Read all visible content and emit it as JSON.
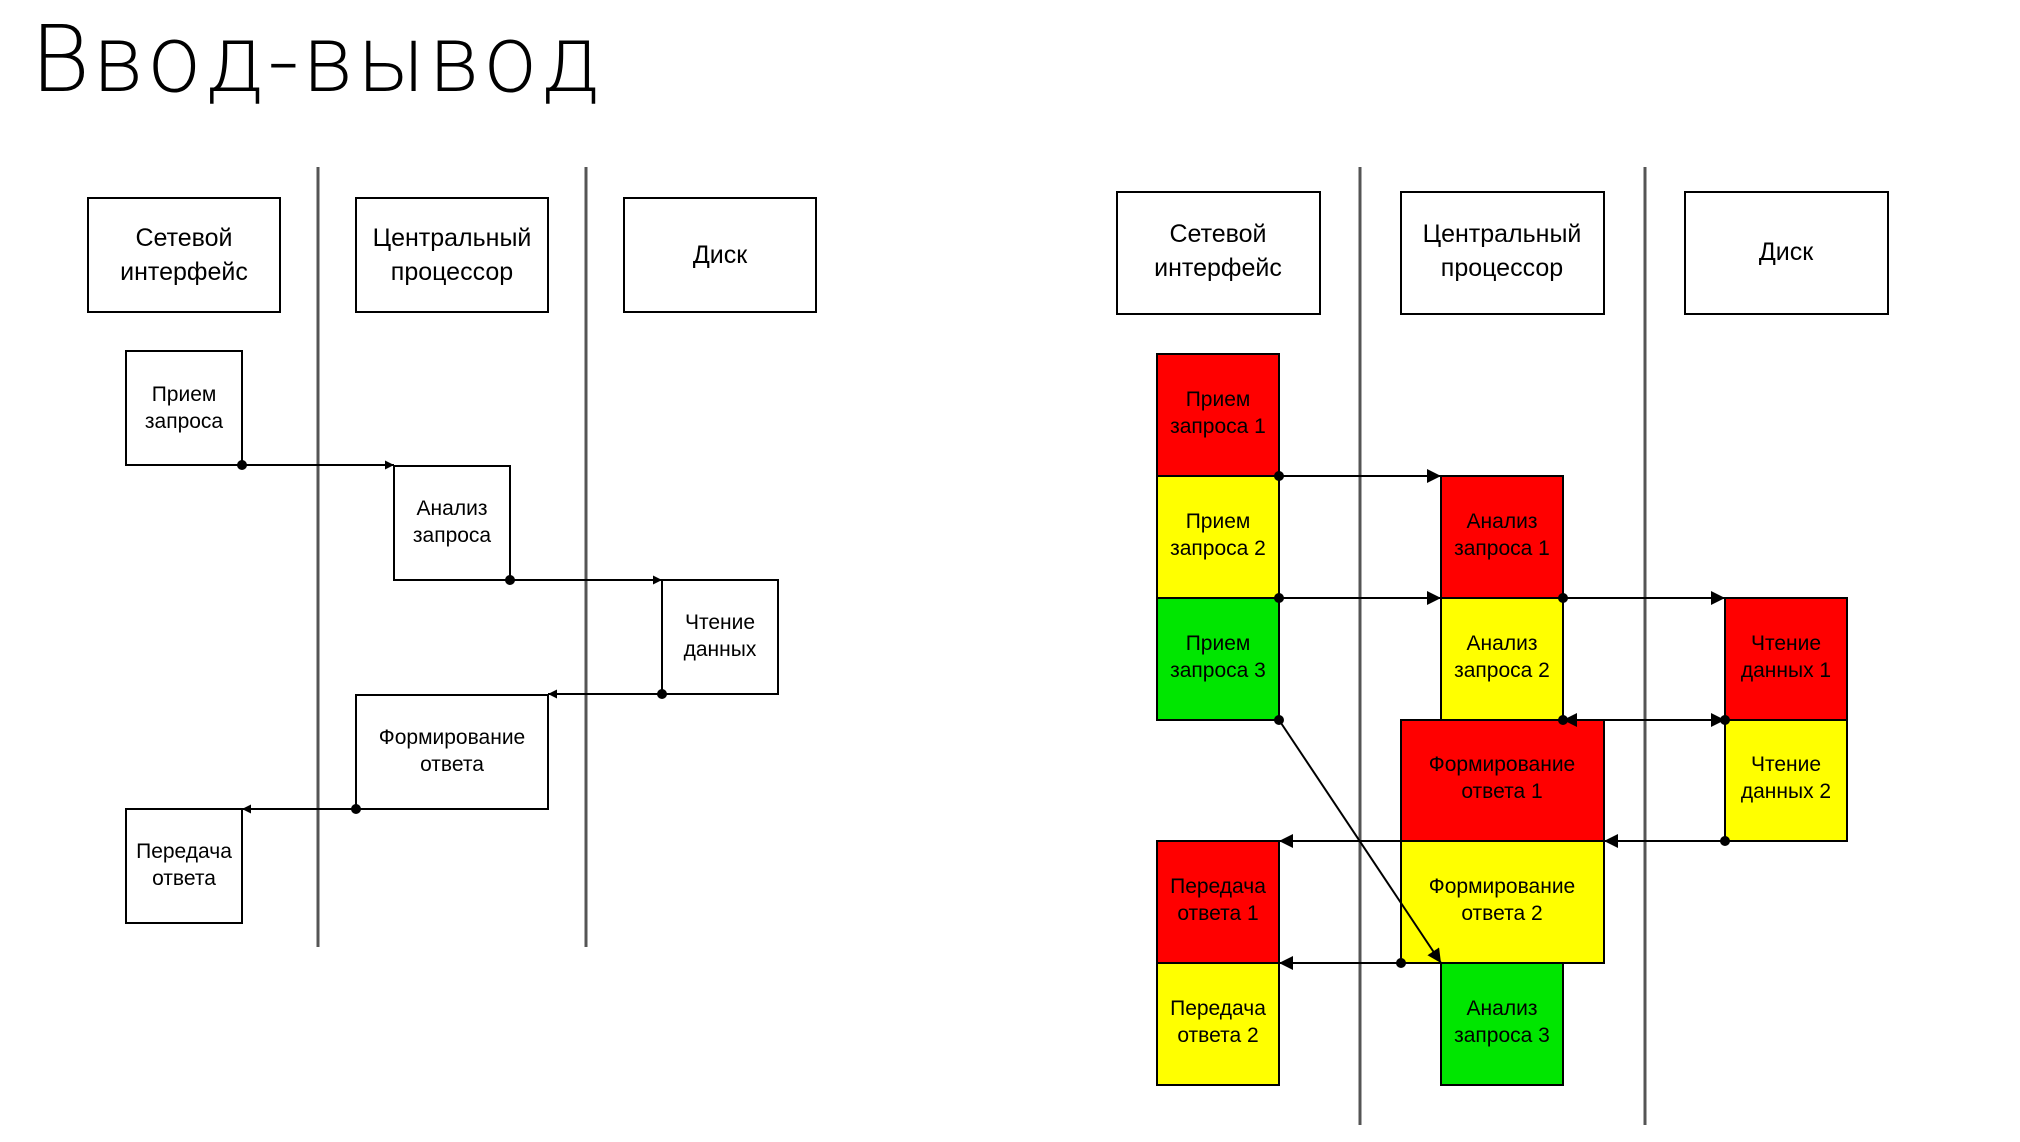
{
  "title": "Ввод-вывод",
  "colors": {
    "red": "#ff0000",
    "yellow": "#ffff00",
    "green": "#00e600",
    "line": "#000000"
  },
  "left_diagram": {
    "columns": [
      {
        "line1": "Сетевой",
        "line2": "интерфейс"
      },
      {
        "line1": "Центральный",
        "line2": "процессор"
      },
      {
        "line1": "Диск",
        "line2": ""
      }
    ],
    "steps": [
      {
        "line1": "Прием",
        "line2": "запроса"
      },
      {
        "line1": "Анализ",
        "line2": "запроса"
      },
      {
        "line1": "Чтение",
        "line2": "данных"
      },
      {
        "line1": "Формирование",
        "line2": "ответа"
      },
      {
        "line1": "Передача",
        "line2": "ответа"
      }
    ]
  },
  "right_diagram": {
    "columns": [
      {
        "line1": "Сетевой",
        "line2": "интерфейс"
      },
      {
        "line1": "Центральный",
        "line2": "процессор"
      },
      {
        "line1": "Диск",
        "line2": ""
      }
    ],
    "network": [
      {
        "line1": "Прием",
        "line2": "запроса 1",
        "color": "red"
      },
      {
        "line1": "Прием",
        "line2": "запроса 2",
        "color": "yellow"
      },
      {
        "line1": "Прием",
        "line2": "запроса 3",
        "color": "green"
      },
      {
        "line1": "Передача",
        "line2": "ответа 1",
        "color": "red"
      },
      {
        "line1": "Передача",
        "line2": "ответа 2",
        "color": "yellow"
      }
    ],
    "cpu": [
      {
        "line1": "Анализ",
        "line2": "запроса 1",
        "color": "red"
      },
      {
        "line1": "Анализ",
        "line2": "запроса 2",
        "color": "yellow"
      },
      {
        "line1": "Формирование",
        "line2": "ответа 1",
        "color": "red"
      },
      {
        "line1": "Формирование",
        "line2": "ответа 2",
        "color": "yellow"
      },
      {
        "line1": "Анализ",
        "line2": "запроса 3",
        "color": "green"
      }
    ],
    "disk": [
      {
        "line1": "Чтение",
        "line2": "данных 1",
        "color": "red"
      },
      {
        "line1": "Чтение",
        "line2": "данных 2",
        "color": "yellow"
      }
    ]
  }
}
